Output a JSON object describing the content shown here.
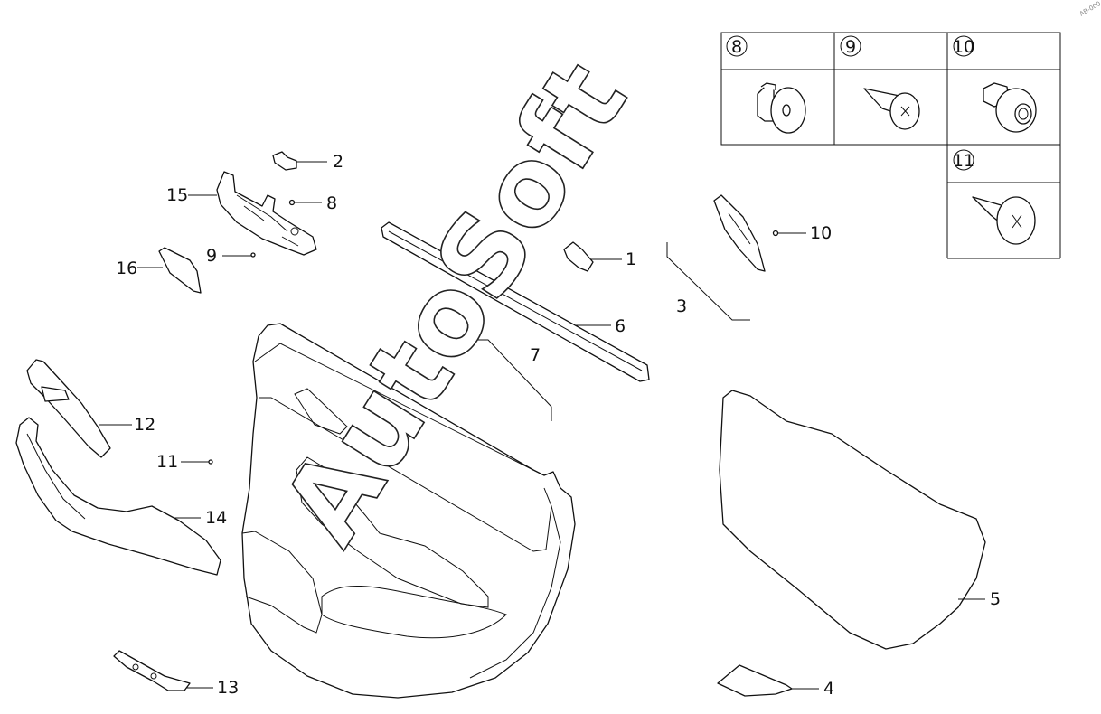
{
  "watermark": "AutoSoft",
  "corner_mark": "AB-000",
  "callouts": {
    "c1": "1",
    "c2": "2",
    "c3": "3",
    "c4": "4",
    "c5": "5",
    "c6": "6",
    "c7": "7",
    "c8": "8",
    "c9": "9",
    "c10": "10",
    "c11": "11",
    "c12": "12",
    "c13": "13",
    "c14": "14",
    "c15": "15",
    "c16": "16"
  },
  "legend": {
    "cell8": "8",
    "cell9": "9",
    "cell10": "10",
    "cell11": "11"
  }
}
